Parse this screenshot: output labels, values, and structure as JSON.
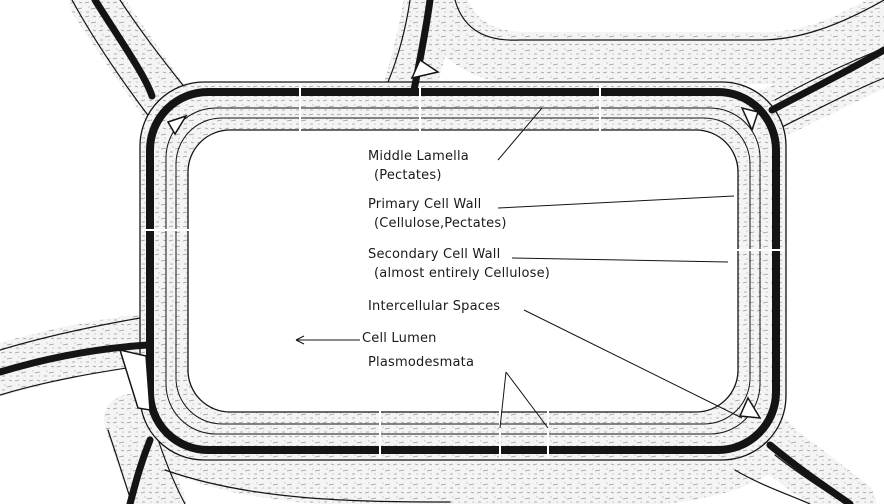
{
  "labels": {
    "middle_lamella": "Middle Lamella",
    "middle_lamella_sub": "(Pectates)",
    "primary_wall": "Primary Cell Wall",
    "primary_wall_sub": "(Cellulose,Pectates)",
    "secondary_wall": "Secondary Cell Wall",
    "secondary_wall_sub": "(almost entirely Cellulose)",
    "intercellular": "Intercellular Spaces",
    "lumen": "Cell Lumen",
    "plasmodesmata": "Plasmodesmata"
  },
  "colors": {
    "ink": "#141414",
    "wall_fill": "#efefef",
    "paper": "#ffffff"
  }
}
